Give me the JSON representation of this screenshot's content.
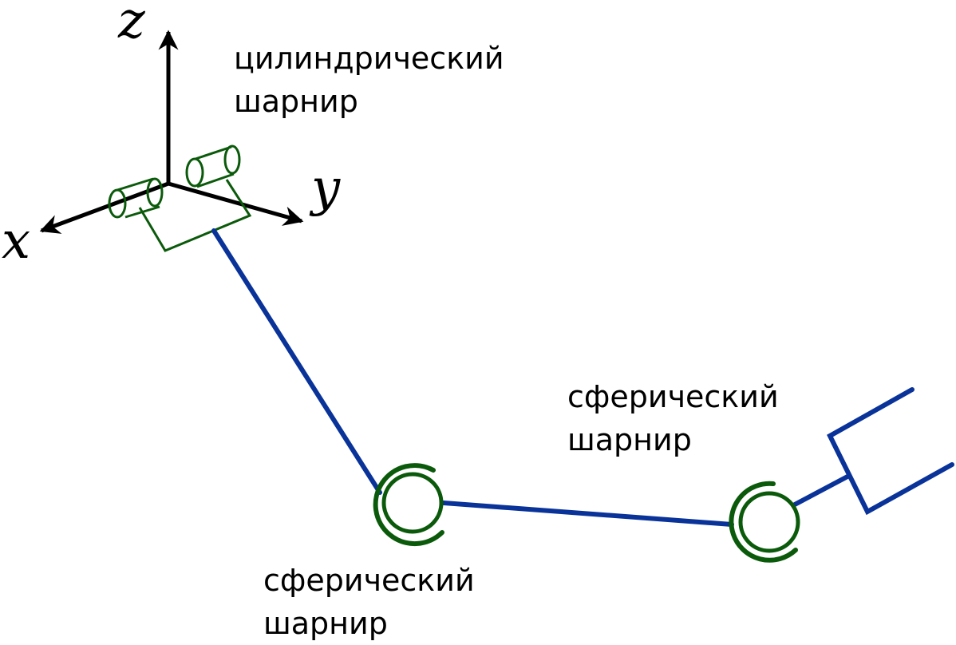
{
  "axes": {
    "x": "x",
    "y": "y",
    "z": "z"
  },
  "labels": {
    "cylindrical_joint": {
      "line1": "цилиндрический",
      "line2": "шарнир"
    },
    "spherical_joint_1": {
      "line1": "сферический",
      "line2": "шарнир"
    },
    "spherical_joint_2": {
      "line1": "сферический",
      "line2": "шарнир"
    }
  },
  "colors": {
    "axes": "#000000",
    "links": "#0a3399",
    "joints": "#0b5a0b",
    "text": "#000000",
    "background": "#ffffff"
  }
}
